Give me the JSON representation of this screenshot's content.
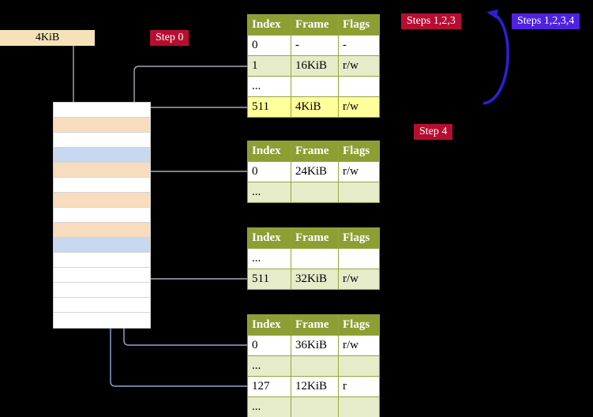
{
  "colors": {
    "bg": "#000000",
    "crimson": "#b60e31",
    "purple": "#4f22e0",
    "tan": "#f5e2b8",
    "header_green": "#8d9e33",
    "light_green": "#e6ecc9",
    "row_yellow": "#ffff9c",
    "table_border": "#96a53e",
    "peach": "#f8dcbe",
    "light_blue": "#c6d9f0",
    "arrow_gray": "#a3a9b2",
    "arrow_blue": "#8fa8d8",
    "arrow_big_blue": "#2f1ed6"
  },
  "root_pointer": {
    "label": "4KiB"
  },
  "badges": {
    "step0": "Step 0",
    "steps123": "Steps 1,2,3",
    "steps1234": "Steps 1,2,3,4",
    "step4": "Step 4"
  },
  "memory": {
    "rows": [
      {
        "color": "white"
      },
      {
        "color": "peach"
      },
      {
        "color": "white"
      },
      {
        "color": "blue"
      },
      {
        "color": "peach"
      },
      {
        "color": "white"
      },
      {
        "color": "peach"
      },
      {
        "color": "white"
      },
      {
        "color": "peach"
      },
      {
        "color": "blue"
      },
      {
        "color": "white"
      },
      {
        "color": "white"
      },
      {
        "color": "white"
      },
      {
        "color": "white"
      },
      {
        "color": "white"
      }
    ]
  },
  "tables": [
    {
      "name": "level-1-page-table",
      "headers": [
        "Index",
        "Frame",
        "Flags"
      ],
      "rows": [
        {
          "cells": [
            "0",
            "-",
            "-"
          ],
          "bg": "white"
        },
        {
          "cells": [
            "1",
            "16KiB",
            "r/w"
          ],
          "bg": "green"
        },
        {
          "cells": [
            "...",
            "",
            ""
          ],
          "bg": "white"
        },
        {
          "cells": [
            "511",
            "4KiB",
            "r/w"
          ],
          "bg": "yellow"
        }
      ]
    },
    {
      "name": "level-2-page-table",
      "headers": [
        "Index",
        "Frame",
        "Flags"
      ],
      "rows": [
        {
          "cells": [
            "0",
            "24KiB",
            "r/w"
          ],
          "bg": "white"
        },
        {
          "cells": [
            "...",
            "",
            ""
          ],
          "bg": "green"
        }
      ]
    },
    {
      "name": "level-3-page-table",
      "headers": [
        "Index",
        "Frame",
        "Flags"
      ],
      "rows": [
        {
          "cells": [
            "...",
            "",
            ""
          ],
          "bg": "white"
        },
        {
          "cells": [
            "511",
            "32KiB",
            "r/w"
          ],
          "bg": "green"
        }
      ]
    },
    {
      "name": "level-4-page-table",
      "headers": [
        "Index",
        "Frame",
        "Flags"
      ],
      "rows": [
        {
          "cells": [
            "0",
            "36KiB",
            "r/w"
          ],
          "bg": "white"
        },
        {
          "cells": [
            "...",
            "",
            ""
          ],
          "bg": "green"
        },
        {
          "cells": [
            "127",
            "12KiB",
            "r"
          ],
          "bg": "white"
        },
        {
          "cells": [
            "...",
            "",
            ""
          ],
          "bg": "green"
        }
      ]
    }
  ]
}
